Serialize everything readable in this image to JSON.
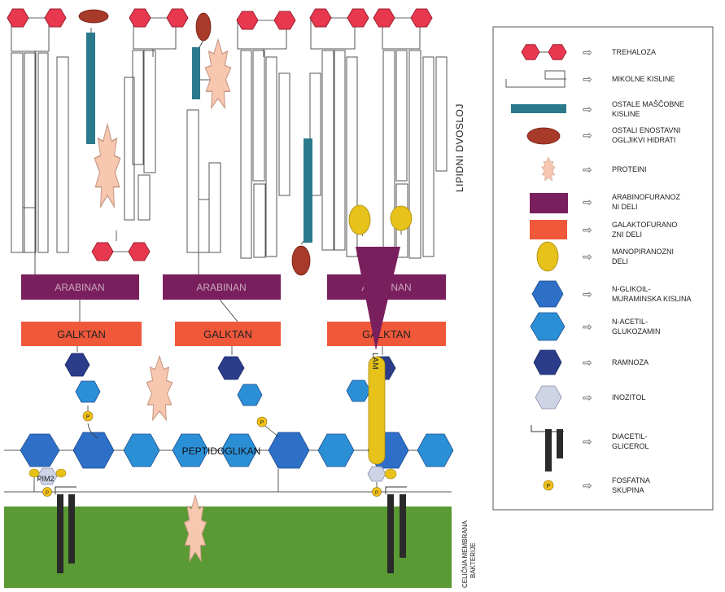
{
  "diagram": {
    "bars": {
      "arabinan": "ARABINAN",
      "galktan": "GALKTAN",
      "peptidoglycan": "PEPTIDOGLIKAN",
      "lam": "LAM",
      "pim2": "PIM2",
      "phosphate": "P"
    },
    "side_labels": {
      "lipid_bilayer": "LIPIDNI DVOSLOJ",
      "membrane_line1": "CELIČNA MEMBRANA",
      "membrane_line2": "BAKTERIJE"
    }
  },
  "legend": {
    "arrow_glyph": "⇨",
    "items": [
      {
        "icon": "trehalose-icon",
        "lines": [
          "TREHALOZA"
        ]
      },
      {
        "icon": "mycolic-acid-icon",
        "lines": [
          "MIKOLNE KISLINE"
        ]
      },
      {
        "icon": "fatty-acid-icon",
        "lines": [
          "OSTALE MAŠČOBNE",
          "KISLINE"
        ]
      },
      {
        "icon": "monosaccharide-icon",
        "lines": [
          "OSTALI ENOSTAVNI",
          "OGLJIKVI HIDRATI"
        ]
      },
      {
        "icon": "protein-icon",
        "lines": [
          "PROTEINI"
        ]
      },
      {
        "icon": "arabinofuranose-icon",
        "lines": [
          "ARABINOFURANOZ",
          "NI DELI"
        ]
      },
      {
        "icon": "galactofuranose-icon",
        "lines": [
          "GALAKTOFURANO",
          "ZNI DELI"
        ]
      },
      {
        "icon": "mannopyranose-icon",
        "lines": [
          "MANOPIRANOZNI",
          "DELI"
        ]
      },
      {
        "icon": "nam-icon",
        "lines": [
          "N-GLIKOIL-",
          "MURAMINSKA KISLINA"
        ]
      },
      {
        "icon": "nag-icon",
        "lines": [
          "N-ACETIL-",
          "GLUKOZAMIN"
        ]
      },
      {
        "icon": "rhamnose-icon",
        "lines": [
          "RAMNOZA"
        ]
      },
      {
        "icon": "inositol-icon",
        "lines": [
          "INOZITOL"
        ]
      },
      {
        "icon": "diacylglycerol-icon",
        "lines": [
          "DIACETIL-",
          "GLICEROL"
        ]
      },
      {
        "icon": "phosphate-group-icon",
        "lines": [
          "FOSFATNA",
          "SKUPINA"
        ]
      }
    ]
  },
  "colors": {
    "trehalose": "#e8384f",
    "fatty_acid": "#2a7a8c",
    "monosaccharide": "#a83a2a",
    "protein": "#f7c7b0",
    "arabinan": "#7a1f5e",
    "galactan": "#f0583a",
    "mannose": "#e6c21a",
    "nam": "#2e6fc7",
    "nag": "#2b8fd6",
    "rhamnose": "#2b3d8a",
    "inositol": "#cfd3e6",
    "membrane": "#5a9a34"
  }
}
